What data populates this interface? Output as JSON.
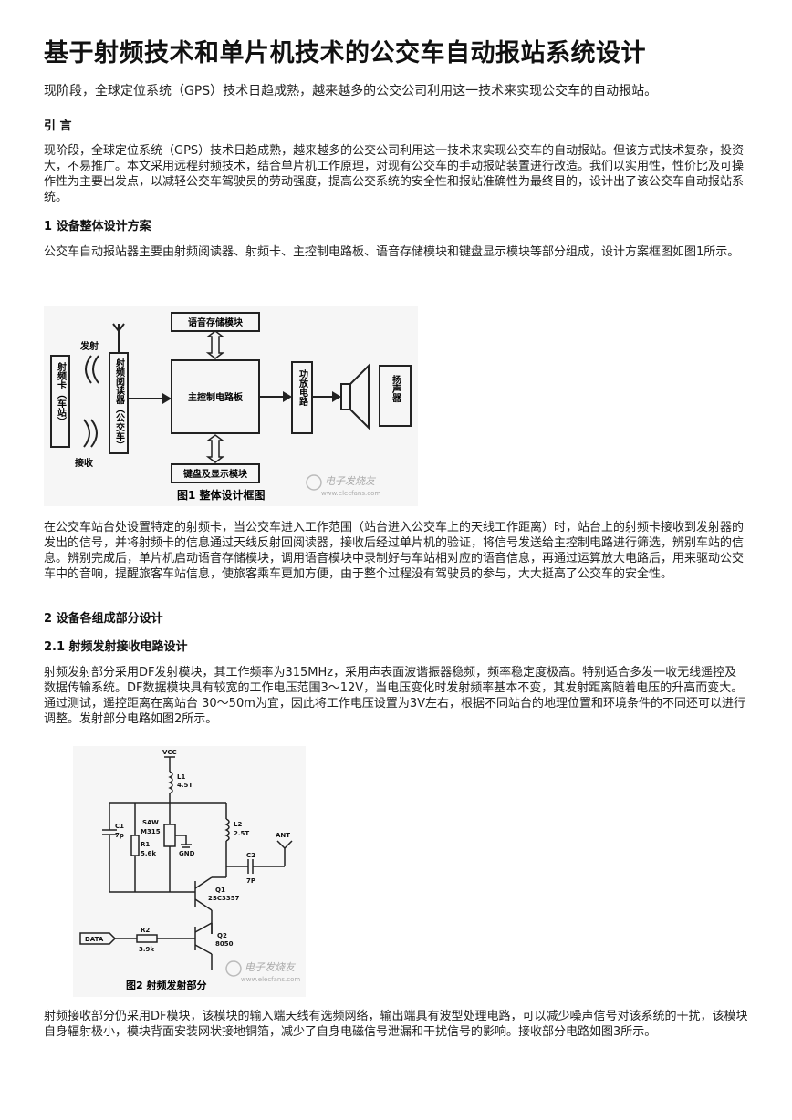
{
  "article": {
    "title": "基于射频技术和单片机技术的公交车自动报站系统设计",
    "lead": "现阶段，全球定位系统（GPS）技术日趋成熟，越来越多的公交公司利用这一技术来实现公交车的自动报站。",
    "intro_heading": "引 言",
    "intro_text": "现阶段，全球定位系统（GPS）技术日趋成熟，越来越多的公交公司利用这一技术来实现公交车的自动报站。但该方式技术复杂，投资大，不易推广。本文采用远程射频技术，结合单片机工作原理，对现有公交车的手动报站装置进行改造。我们以实用性，性价比及可操作性为主要出发点，以减轻公交车驾驶员的劳动强度，提高公交系统的安全性和报站准确性为最终目的，设计出了该公交车自动报站系统。",
    "sec1_heading": "1 设备整体设计方案",
    "sec1_text": "公交车自动报站器主要由射频阅读器、射频卡、主控制电路板、语音存储模块和键盘显示模块等部分组成，设计方案框图如图1所示。",
    "para_after_fig1": "在公交车站台处设置特定的射频卡，当公交车进入工作范围（站台进入公交车上的天线工作距离）时，站台上的射频卡接收到发射器的发出的信号，并将射频卡的信息通过天线反射回阅读器，接收后经过单片机的验证，将信号发送给主控制电路进行筛选，辨别车站的信息。辨别完成后，单片机启动语音存储模块，调用语音模块中录制好与车站相对应的语音信息，再通过运算放大电路后，用来驱动公交车中的音响，提醒旅客车站信息，使旅客乘车更加方便，由于整个过程没有驾驶员的参与，大大挺高了公交车的安全性。",
    "sec2_heading": "2 设备各组成部分设计",
    "sec21_heading": "2.1 射频发射接收电路设计",
    "sec21_text": "射频发射部分采用DF发射模块，其工作频率为315MHz，采用声表面波谐振器稳频，频率稳定度极高。特别适合多发一收无线遥控及数据传输系统。DF数据模块具有较宽的工作电压范围3～12V，当电压变化时发射频率基本不变，其发射距离随着电压的升高而变大。通过测试，遥控距离在离站台 30～50m为宜，因此将工作电压设置为3V左右，根据不同站台的地理位置和环境条件的不同还可以进行调整。发射部分电路如图2所示。",
    "para_after_fig2": "射频接收部分仍采用DF模块，该模块的输入端天线有选频网络，输出端具有波型处理电路，可以减少噪声信号对该系统的干扰，该模块自身辐射极小，模块背面安装网状接地铜箔，减少了自身电磁信号泄漏和干扰信号的影响。接收部分电路如图3所示。"
  },
  "fig1": {
    "card_label": "射频卡（车站）",
    "emit_label": "发射",
    "receive_label": "接收",
    "reader_label": "射频阅读器（公交车）",
    "voice_label": "语音存储模块",
    "main_label": "主控制电路板",
    "keyboard_label": "键盘及显示模块",
    "amp_label": "功放电路",
    "speaker_label": "扬声器",
    "caption": "图1  整体设计框图",
    "watermark": "电子发烧友",
    "watermark_url": "www.elecfans.com"
  },
  "fig2": {
    "vcc": "VCC",
    "l1": "L1",
    "l1_val": "4.5T",
    "c1": "C1",
    "c1_val": "7p",
    "saw": "SAW",
    "saw_model": "M315",
    "gnd": "GND",
    "l2": "L2",
    "l2_val": "2.5T",
    "r1": "R1",
    "r1_val": "5.6k",
    "c2": "C2",
    "c2_val": "7P",
    "ant": "ANT",
    "q1": "Q1",
    "q1_model": "2SC3357",
    "q2": "Q2",
    "q2_model": "8050",
    "r2": "R2",
    "r2_val": "3.9k",
    "data": "DATA",
    "caption": "图2  射频发射部分",
    "watermark": "电子发烧友",
    "watermark_url": "www.elecfans.com"
  }
}
